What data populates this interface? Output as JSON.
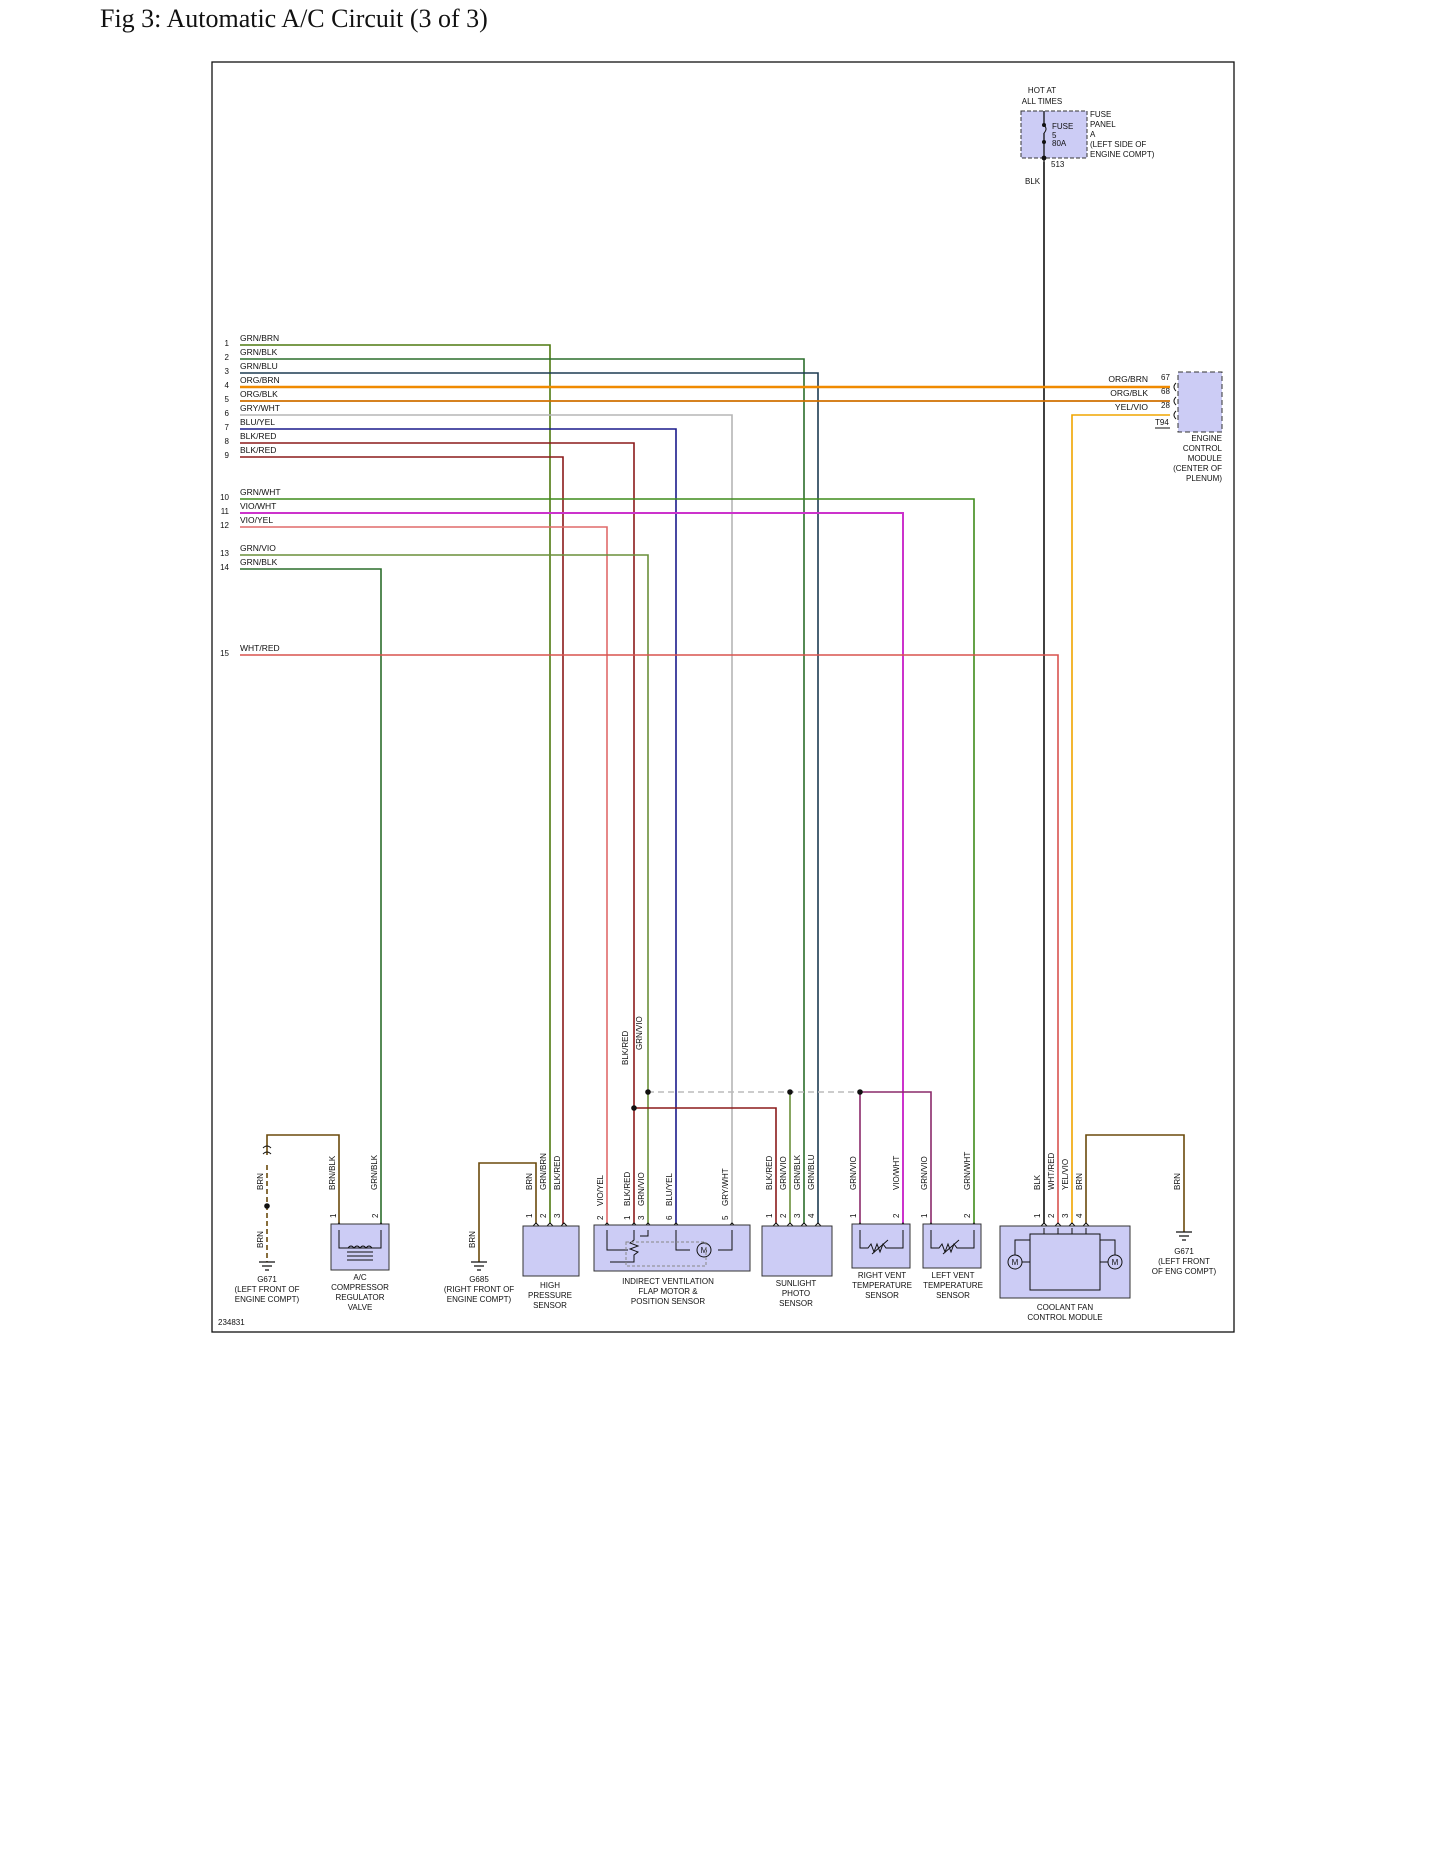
{
  "title": "Fig 3: Automatic A/C Circuit (3 of 3)",
  "figure_id": "234831",
  "colors": {
    "BLK": "#111111",
    "BRN": "#6b4a0c",
    "GRN": "#3f8c1c",
    "GRN/BRN": "#4f7a10",
    "GRN/BLK": "#2c6e2c",
    "GRN/BLU": "#1d3b52",
    "ORG": "#f08a00",
    "GRY": "#b5b5b5",
    "BLU/YEL": "#1a1a8c",
    "BLK/RED": "#8b1a1a",
    "VIO/WHT": "#cc33cc",
    "VIO/YEL": "#e06a6a",
    "GRN/VIO": "#6a8f3a",
    "WHT/RED": "#d9534f",
    "YEL/VIO": "#f0a500",
    "VIO": "#8a2a6a",
    "component_fill": "#ccccf5"
  },
  "fuse": {
    "heading": [
      "HOT AT",
      "ALL TIMES"
    ],
    "fuse_label": [
      "FUSE",
      "5",
      "80A"
    ],
    "panel_label": [
      "FUSE",
      "PANEL",
      "A",
      "(LEFT SIDE OF",
      "ENGINE COMPT)"
    ],
    "terminal": "513",
    "wire": "BLK"
  },
  "harness": {
    "pins": [
      "1",
      "2",
      "3",
      "4",
      "5",
      "6",
      "7",
      "8",
      "9",
      "10",
      "11",
      "12",
      "13",
      "14",
      "15"
    ],
    "wires": [
      "GRN/BRN",
      "GRN/BLK",
      "GRN/BLU",
      "ORG/BRN",
      "ORG/BLK",
      "GRY/WHT",
      "BLU/YEL",
      "BLK/RED",
      "BLK/RED",
      "GRN/WHT",
      "VIO/WHT",
      "VIO/YEL",
      "GRN/VIO",
      "GRN/BLK",
      "WHT/RED"
    ]
  },
  "ecm": {
    "wires": [
      "ORG/BRN",
      "ORG/BLK",
      "YEL/VIO"
    ],
    "pins": [
      "67",
      "68",
      "28"
    ],
    "connector": "T94",
    "label": [
      "ENGINE",
      "CONTROL",
      "MODULE",
      "(CENTER OF",
      "PLENUM)"
    ]
  },
  "grounds": {
    "g671_left": {
      "wires": [
        "BRN",
        "BRN"
      ],
      "label": [
        "G671",
        "(LEFT FRONT OF",
        "ENGINE COMPT)"
      ]
    },
    "g685": {
      "wire": "BRN",
      "label": [
        "G685",
        "(RIGHT FRONT OF",
        "ENGINE COMPT)"
      ]
    },
    "g671_right": {
      "wire": "BRN",
      "label": [
        "G671",
        "(LEFT FRONT",
        "OF ENG COMPT)"
      ]
    }
  },
  "components": {
    "compressor_valve": {
      "wires": [
        "BRN/BLK",
        "GRN/BLK"
      ],
      "pins": [
        "1",
        "2"
      ],
      "label": [
        "A/C",
        "COMPRESSOR",
        "REGULATOR",
        "VALVE"
      ]
    },
    "high_pressure": {
      "wires": [
        "BRN",
        "GRN/BRN",
        "BLK/RED"
      ],
      "pins": [
        "1",
        "2",
        "3"
      ],
      "label": [
        "HIGH",
        "PRESSURE",
        "SENSOR"
      ]
    },
    "flap_motor": {
      "wires": [
        "VIO/YEL",
        "BLK/RED",
        "GRN/VIO",
        "BLU/YEL",
        "GRY/WHT"
      ],
      "pins": [
        "2",
        "1",
        "3",
        "6",
        "5"
      ],
      "label": [
        "INDIRECT VENTILATION",
        "FLAP MOTOR &",
        "POSITION SENSOR"
      ]
    },
    "sunlight": {
      "wires": [
        "BLK/RED",
        "GRN/VIO",
        "GRN/BLK",
        "GRN/BLU"
      ],
      "pins": [
        "1",
        "2",
        "3",
        "4"
      ],
      "label": [
        "SUNLIGHT",
        "PHOTO",
        "SENSOR"
      ]
    },
    "right_vent": {
      "wires": [
        "GRN/VIO",
        "VIO/WHT"
      ],
      "pins": [
        "1",
        "2"
      ],
      "label": [
        "RIGHT VENT",
        "TEMPERATURE",
        "SENSOR"
      ]
    },
    "left_vent": {
      "wires": [
        "GRN/VIO",
        "GRN/WHT"
      ],
      "pins": [
        "1",
        "2"
      ],
      "label": [
        "LEFT VENT",
        "TEMPERATURE",
        "SENSOR"
      ]
    },
    "coolant_fan": {
      "wires": [
        "BLK",
        "WHT/RED",
        "YEL/VIO",
        "BRN"
      ],
      "pins": [
        "1",
        "2",
        "3",
        "4"
      ],
      "label": [
        "COOLANT FAN",
        "CONTROL MODULE"
      ]
    },
    "right_ground_wire": "BRN"
  },
  "splice_labels": [
    "BLK/RED",
    "GRN/VIO"
  ],
  "motor_symbol": "M"
}
